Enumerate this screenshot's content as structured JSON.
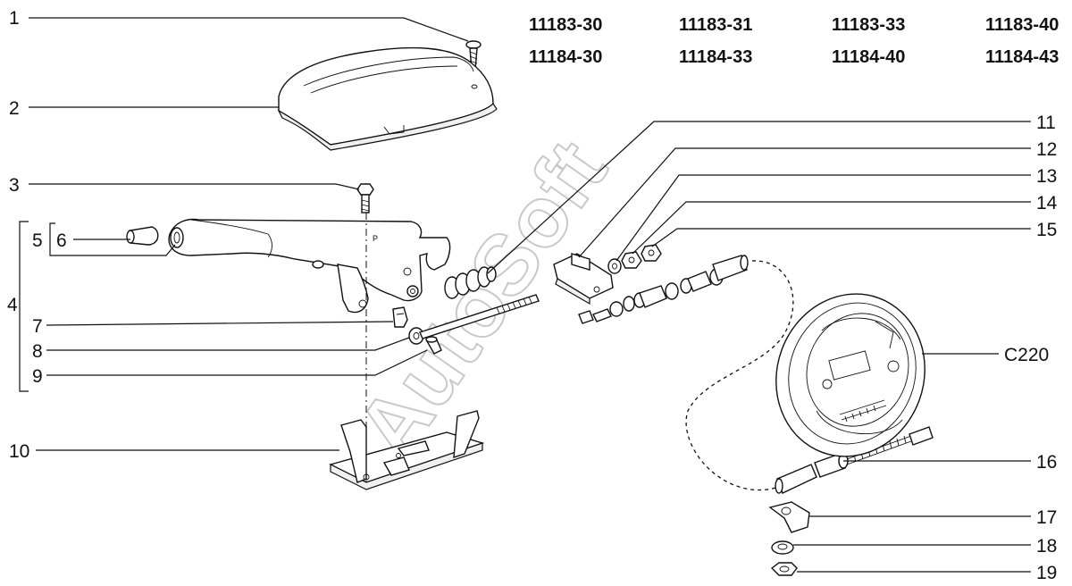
{
  "models": [
    [
      "11183-30",
      "11184-30"
    ],
    [
      "11183-31",
      "11184-33"
    ],
    [
      "11183-33",
      "11184-40"
    ],
    [
      "11183-40",
      "11184-43"
    ]
  ],
  "callouts": {
    "p1": "1",
    "p2": "2",
    "p3": "3",
    "p4": "4",
    "p5": "5",
    "p6": "6",
    "p7": "7",
    "p8": "8",
    "p9": "9",
    "p10": "10",
    "p11": "11",
    "p12": "12",
    "p13": "13",
    "p14": "14",
    "p15": "15",
    "p16": "16",
    "p17": "17",
    "p18": "18",
    "p19": "19",
    "c220": "C220"
  },
  "watermark": "AutoSoft"
}
